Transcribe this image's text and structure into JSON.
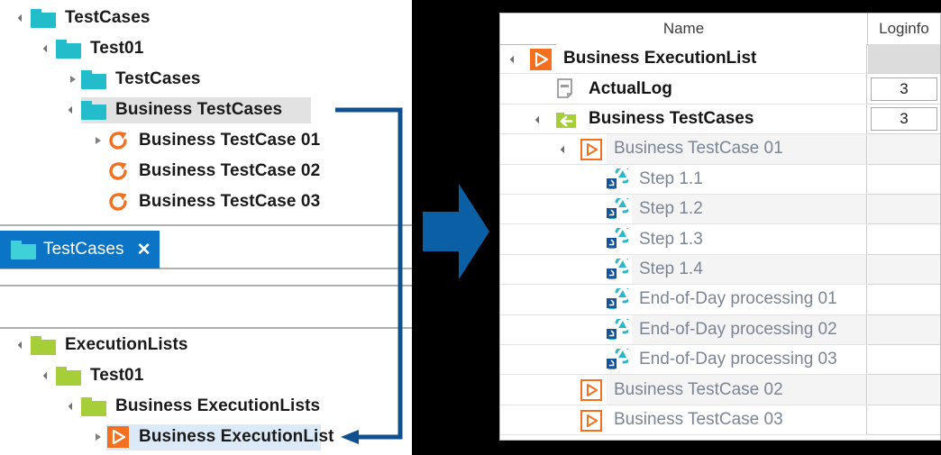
{
  "colors": {
    "teal_folder": "#22bccb",
    "green_folder": "#a6ce39",
    "orange": "#f4701f",
    "tab_blue": "#0b74c4",
    "connector_blue": "#10508f",
    "arrow_blue": "#0a5fa5",
    "selection_grey": "#e2e2e2",
    "selection_blue": "#dceaf7",
    "row_text_grey": "#7b8595"
  },
  "left_panel": {
    "testcases_tree": {
      "nodes": [
        {
          "label": "TestCases",
          "icon": "teal-folder-icon",
          "twisty": "open",
          "depth": 0,
          "selected": false
        },
        {
          "label": "Test01",
          "icon": "teal-folder-icon",
          "twisty": "open",
          "depth": 1,
          "selected": false
        },
        {
          "label": "TestCases",
          "icon": "teal-folder-icon",
          "twisty": "closed",
          "depth": 2,
          "selected": false
        },
        {
          "label": "Business TestCases",
          "icon": "teal-folder-icon",
          "twisty": "open",
          "depth": 2,
          "selected": true
        },
        {
          "label": "Business TestCase 01",
          "icon": "reload-icon",
          "twisty": "closed",
          "depth": 3,
          "selected": false
        },
        {
          "label": "Business TestCase 02",
          "icon": "reload-icon",
          "twisty": "none",
          "depth": 3,
          "selected": false
        },
        {
          "label": "Business TestCase 03",
          "icon": "reload-icon",
          "twisty": "none",
          "depth": 3,
          "selected": false
        }
      ]
    },
    "tab": {
      "label": "TestCases",
      "icon": "teal-folder-icon",
      "close_label": "✕"
    },
    "executionlists_tree": {
      "nodes": [
        {
          "label": "ExecutionLists",
          "icon": "green-folder-icon",
          "twisty": "open",
          "depth": 0,
          "selected": false
        },
        {
          "label": "Test01",
          "icon": "green-folder-icon",
          "twisty": "open",
          "depth": 1,
          "selected": false
        },
        {
          "label": "Business ExecutionLists",
          "icon": "green-folder-icon",
          "twisty": "open",
          "depth": 2,
          "selected": false
        },
        {
          "label": "Business ExecutionList",
          "icon": "execution-play-icon",
          "twisty": "closed",
          "depth": 3,
          "selected": true
        }
      ]
    }
  },
  "middle": {
    "arrow_icon": "big-right-arrow-icon"
  },
  "right_panel": {
    "columns": [
      {
        "key": "name",
        "label": "Name"
      },
      {
        "key": "loginfo",
        "label": "Loginfo"
      }
    ],
    "rows": [
      {
        "name": "Business ExecutionList",
        "loginfo": "",
        "icon": "execution-play-filled-icon",
        "twisty": "open",
        "depth": 0,
        "style": "dark",
        "shade": "header-grey"
      },
      {
        "name": "ActualLog",
        "loginfo": "3",
        "icon": "actual-log-icon",
        "twisty": "none",
        "depth": 1,
        "style": "dark",
        "shade": "white"
      },
      {
        "name": "Business TestCases",
        "loginfo": "3",
        "icon": "green-back-folder-icon",
        "twisty": "open",
        "depth": 1,
        "style": "dark",
        "shade": "white"
      },
      {
        "name": "Business TestCase 01",
        "loginfo": "",
        "icon": "execution-play-outline-icon",
        "twisty": "open",
        "depth": 2,
        "style": "grey",
        "shade": "alt"
      },
      {
        "name": "Step 1.1",
        "loginfo": "",
        "icon": "step-reload-icon",
        "twisty": "none",
        "depth": 3,
        "style": "grey",
        "shade": "white"
      },
      {
        "name": "Step 1.2",
        "loginfo": "",
        "icon": "step-reload-icon",
        "twisty": "none",
        "depth": 3,
        "style": "grey",
        "shade": "alt"
      },
      {
        "name": "Step 1.3",
        "loginfo": "",
        "icon": "step-reload-icon",
        "twisty": "none",
        "depth": 3,
        "style": "grey",
        "shade": "white"
      },
      {
        "name": "Step 1.4",
        "loginfo": "",
        "icon": "step-reload-icon",
        "twisty": "none",
        "depth": 3,
        "style": "grey",
        "shade": "alt"
      },
      {
        "name": "End-of-Day processing 01",
        "loginfo": "",
        "icon": "step-reload-icon",
        "twisty": "none",
        "depth": 3,
        "style": "grey",
        "shade": "white"
      },
      {
        "name": "End-of-Day processing 02",
        "loginfo": "",
        "icon": "step-reload-icon",
        "twisty": "none",
        "depth": 3,
        "style": "grey",
        "shade": "alt"
      },
      {
        "name": "End-of-Day processing 03",
        "loginfo": "",
        "icon": "step-reload-icon",
        "twisty": "none",
        "depth": 3,
        "style": "grey",
        "shade": "white"
      },
      {
        "name": "Business TestCase 02",
        "loginfo": "",
        "icon": "execution-play-outline-icon",
        "twisty": "none",
        "depth": 2,
        "style": "grey",
        "shade": "alt"
      },
      {
        "name": "Business TestCase 03",
        "loginfo": "",
        "icon": "execution-play-outline-icon",
        "twisty": "none",
        "depth": 2,
        "style": "grey",
        "shade": "white"
      }
    ]
  }
}
